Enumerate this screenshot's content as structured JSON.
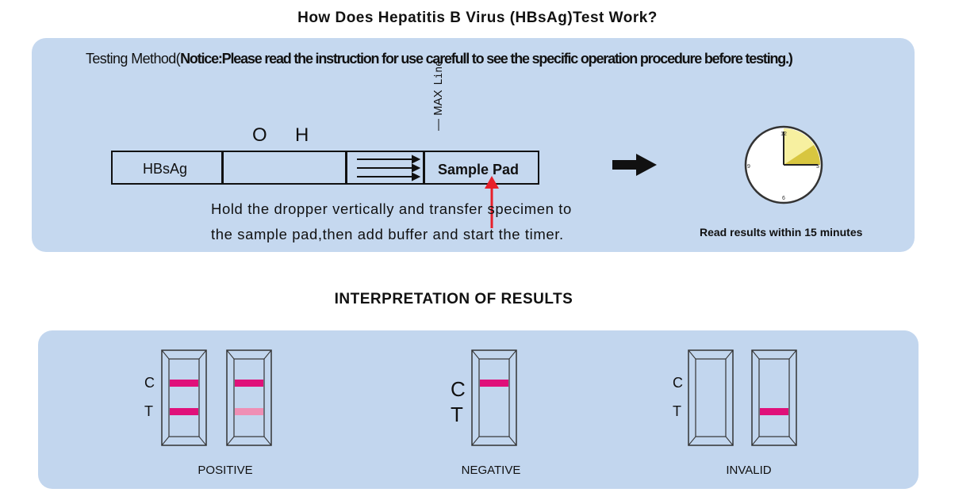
{
  "header": {
    "title": "How Does Hepatitis B Virus (HBsAg)Test Work?"
  },
  "method": {
    "prefix": "Testing  Method(",
    "notice": "Notice:Please read the instruction for use carefull to see the specific operation procedure before testing.)",
    "strip": {
      "hbsag_label": "HBsAg",
      "o_label": "O",
      "h_label": "H",
      "max_label": "MAX",
      "line_label": "Line",
      "sample_pad_label": "Sample Pad"
    },
    "instruction_line1": "Hold the dropper vertically and transfer specimen to",
    "instruction_line2": "the sample pad,then add buffer and start the timer.",
    "clock": {
      "n12": "12",
      "n3": "3",
      "n6": "6",
      "n9": "9"
    },
    "read_results": "Read results within 15 minutes"
  },
  "interpretation": {
    "title": "INTERPRETATION  OF  RESULTS",
    "c_label": "C",
    "t_label": "T",
    "results": [
      {
        "label": "POSITIVE"
      },
      {
        "label": "NEGATIVE"
      },
      {
        "label": "INVALID"
      }
    ]
  },
  "colors": {
    "panel": "#c5d8ef",
    "band_strong": "#e0107a",
    "band_faint": "#ef8fb5",
    "clock_fill": "#f7f0a0",
    "arrow_red": "#e8202a"
  }
}
